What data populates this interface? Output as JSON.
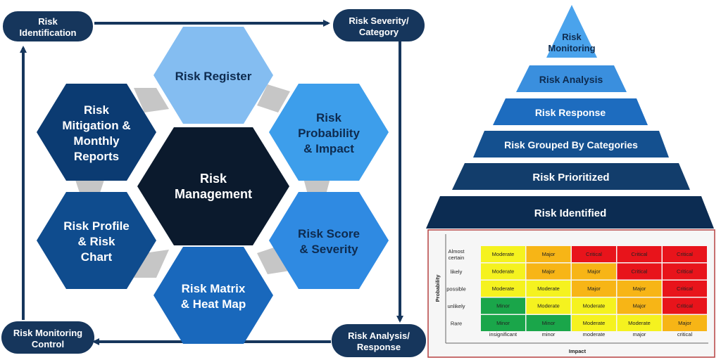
{
  "cycle": {
    "nodes": {
      "identification": [
        "Risk",
        "Identification"
      ],
      "severity": [
        "Risk Severity/",
        "Category"
      ],
      "analysis": [
        "Risk Analysis/",
        "Response"
      ],
      "monitoring": [
        "Risk Monitoring",
        "Control"
      ]
    }
  },
  "hexagons": {
    "center": [
      "Risk",
      "Management"
    ],
    "register": [
      "Risk Register"
    ],
    "probability": [
      "Risk",
      "Probability",
      "& Impact"
    ],
    "score": [
      "Risk Score",
      "& Severity"
    ],
    "matrix": [
      "Risk Matrix",
      "& Heat Map"
    ],
    "profile": [
      "Risk Profile",
      "& Risk",
      "Chart"
    ],
    "mitigation": [
      "Risk",
      "Mitigation &",
      "Monthly",
      "Reports"
    ]
  },
  "pyramid": {
    "tiers": [
      [
        "Risk",
        "Monitoring"
      ],
      [
        "Risk Analysis"
      ],
      [
        "Risk Response"
      ],
      [
        "Risk Grouped By Categories"
      ],
      [
        "Risk Prioritized"
      ],
      [
        "Risk Identified"
      ]
    ]
  },
  "matrix": {
    "y_label": "Probability",
    "x_label": "Impact",
    "rows": [
      [
        "Almost",
        "certain"
      ],
      [
        "likely"
      ],
      [
        "possible"
      ],
      [
        "unlikely"
      ],
      [
        "Rare"
      ]
    ],
    "cols": [
      "insignificant",
      "minor",
      "moderate",
      "major",
      "critical"
    ],
    "cells": [
      [
        "Moderate",
        "Major",
        "Critical",
        "Critical",
        "Critical"
      ],
      [
        "Moderate",
        "Major",
        "Major",
        "Critical",
        "Critical"
      ],
      [
        "Moderate",
        "Moderate",
        "Major",
        "Major",
        "Critical"
      ],
      [
        "Minor",
        "Moderate",
        "Moderate",
        "Major",
        "Critical"
      ],
      [
        "Minor",
        "Minor",
        "Moderate",
        "Moderate",
        "Major"
      ]
    ],
    "level_colors": {
      "Minor": "#1aa64a",
      "Moderate": "#f5f21f",
      "Major": "#f7b516",
      "Critical": "#e8141b"
    }
  }
}
